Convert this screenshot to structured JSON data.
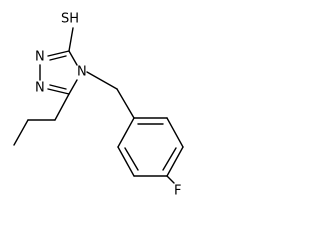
{
  "molecule": {
    "labels": {
      "sh": "SH",
      "n_top": "N",
      "n_bottom": "N",
      "n_ring": "N",
      "f": "F"
    },
    "colors": {
      "bond": "#000000",
      "text": "#000000",
      "background": "#ffffff"
    }
  }
}
